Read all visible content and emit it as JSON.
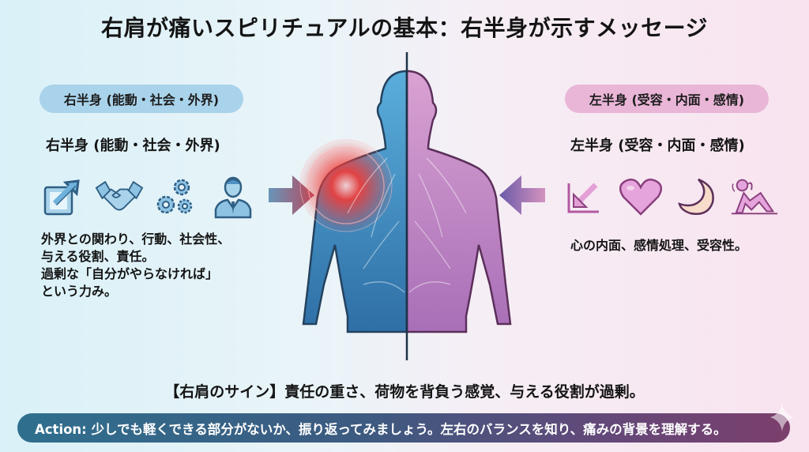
{
  "title": "右肩が痛いスピリチュアルの基本：右半身が示すメッセージ",
  "right_side": {
    "pill_label": "右半身 (能動・社会・外界)",
    "heading": "右半身 (能動・社会・外界)",
    "icons": [
      "outward-arrow-icon",
      "handshake-icon",
      "gears-icon",
      "businessman-icon"
    ],
    "description_lines": [
      "外界との関わり、行動、社会性、",
      "与える役割、責任。",
      "過剰な「自分がやらなければ」",
      "という力み。"
    ],
    "accent_color": "#a9d3ea",
    "icon_color": "#4f93c4"
  },
  "left_side": {
    "pill_label": "左半身 (受容・内面・感情)",
    "heading": "左半身 (受容・内面・感情)",
    "icons": [
      "inward-arrow-icon",
      "heart-icon",
      "crescent-moon-icon",
      "reclining-person-icon"
    ],
    "description_lines": [
      "心の内面、感情処理、受容性。"
    ],
    "accent_color": "#e9b6d7",
    "icon_color": "#c770b4"
  },
  "figure": {
    "description": "back-view human torso, right half blue with glowing red right shoulder, left half pink-purple, divided by vertical line",
    "pain_color": "#e8302f",
    "right_color": "#4f8fc2",
    "left_color": "#c07ab8"
  },
  "sign_text": "【右肩のサイン】責任の重さ、荷物を背負う感覚、与える役割が過剰。",
  "action_text": "Action: 少しでも軽くできる部分がないか、振り返ってみましょう。左右のバランスを知り、痛みの背景を理解する。"
}
